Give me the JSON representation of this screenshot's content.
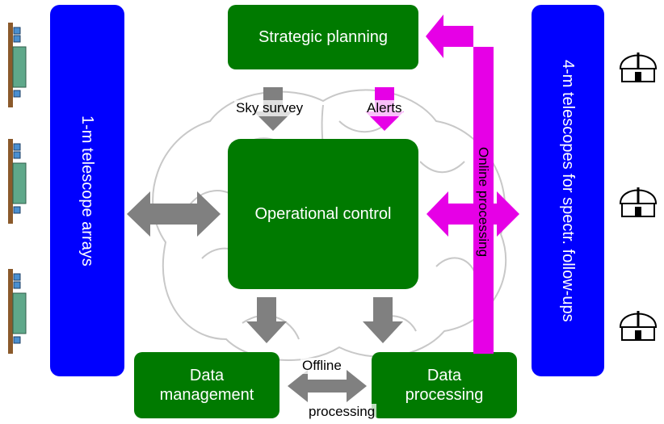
{
  "boxes": {
    "strategic_planning": "Strategic planning",
    "operational_control": "Operational control",
    "data_management_line1": "Data",
    "data_management_line2": "management",
    "data_processing_line1": "Data",
    "data_processing_line2": "processing",
    "telescope_arrays": "1-m telescope arrays",
    "spectr_telescopes": "4-m telescopes for spectr. follow-ups"
  },
  "labels": {
    "sky_survey": "Sky survey",
    "alerts": "Alerts",
    "online_processing": "Online processing",
    "offline": "Offline",
    "processing": "processing"
  },
  "colors": {
    "box_green": "#007a00",
    "bar_blue": "#0000ff",
    "arrow_gray": "#808080",
    "arrow_magenta": "#e600e6"
  },
  "icons": [
    "brain-outline-icon",
    "telescope-array-icon",
    "observatory-dome-icon"
  ]
}
